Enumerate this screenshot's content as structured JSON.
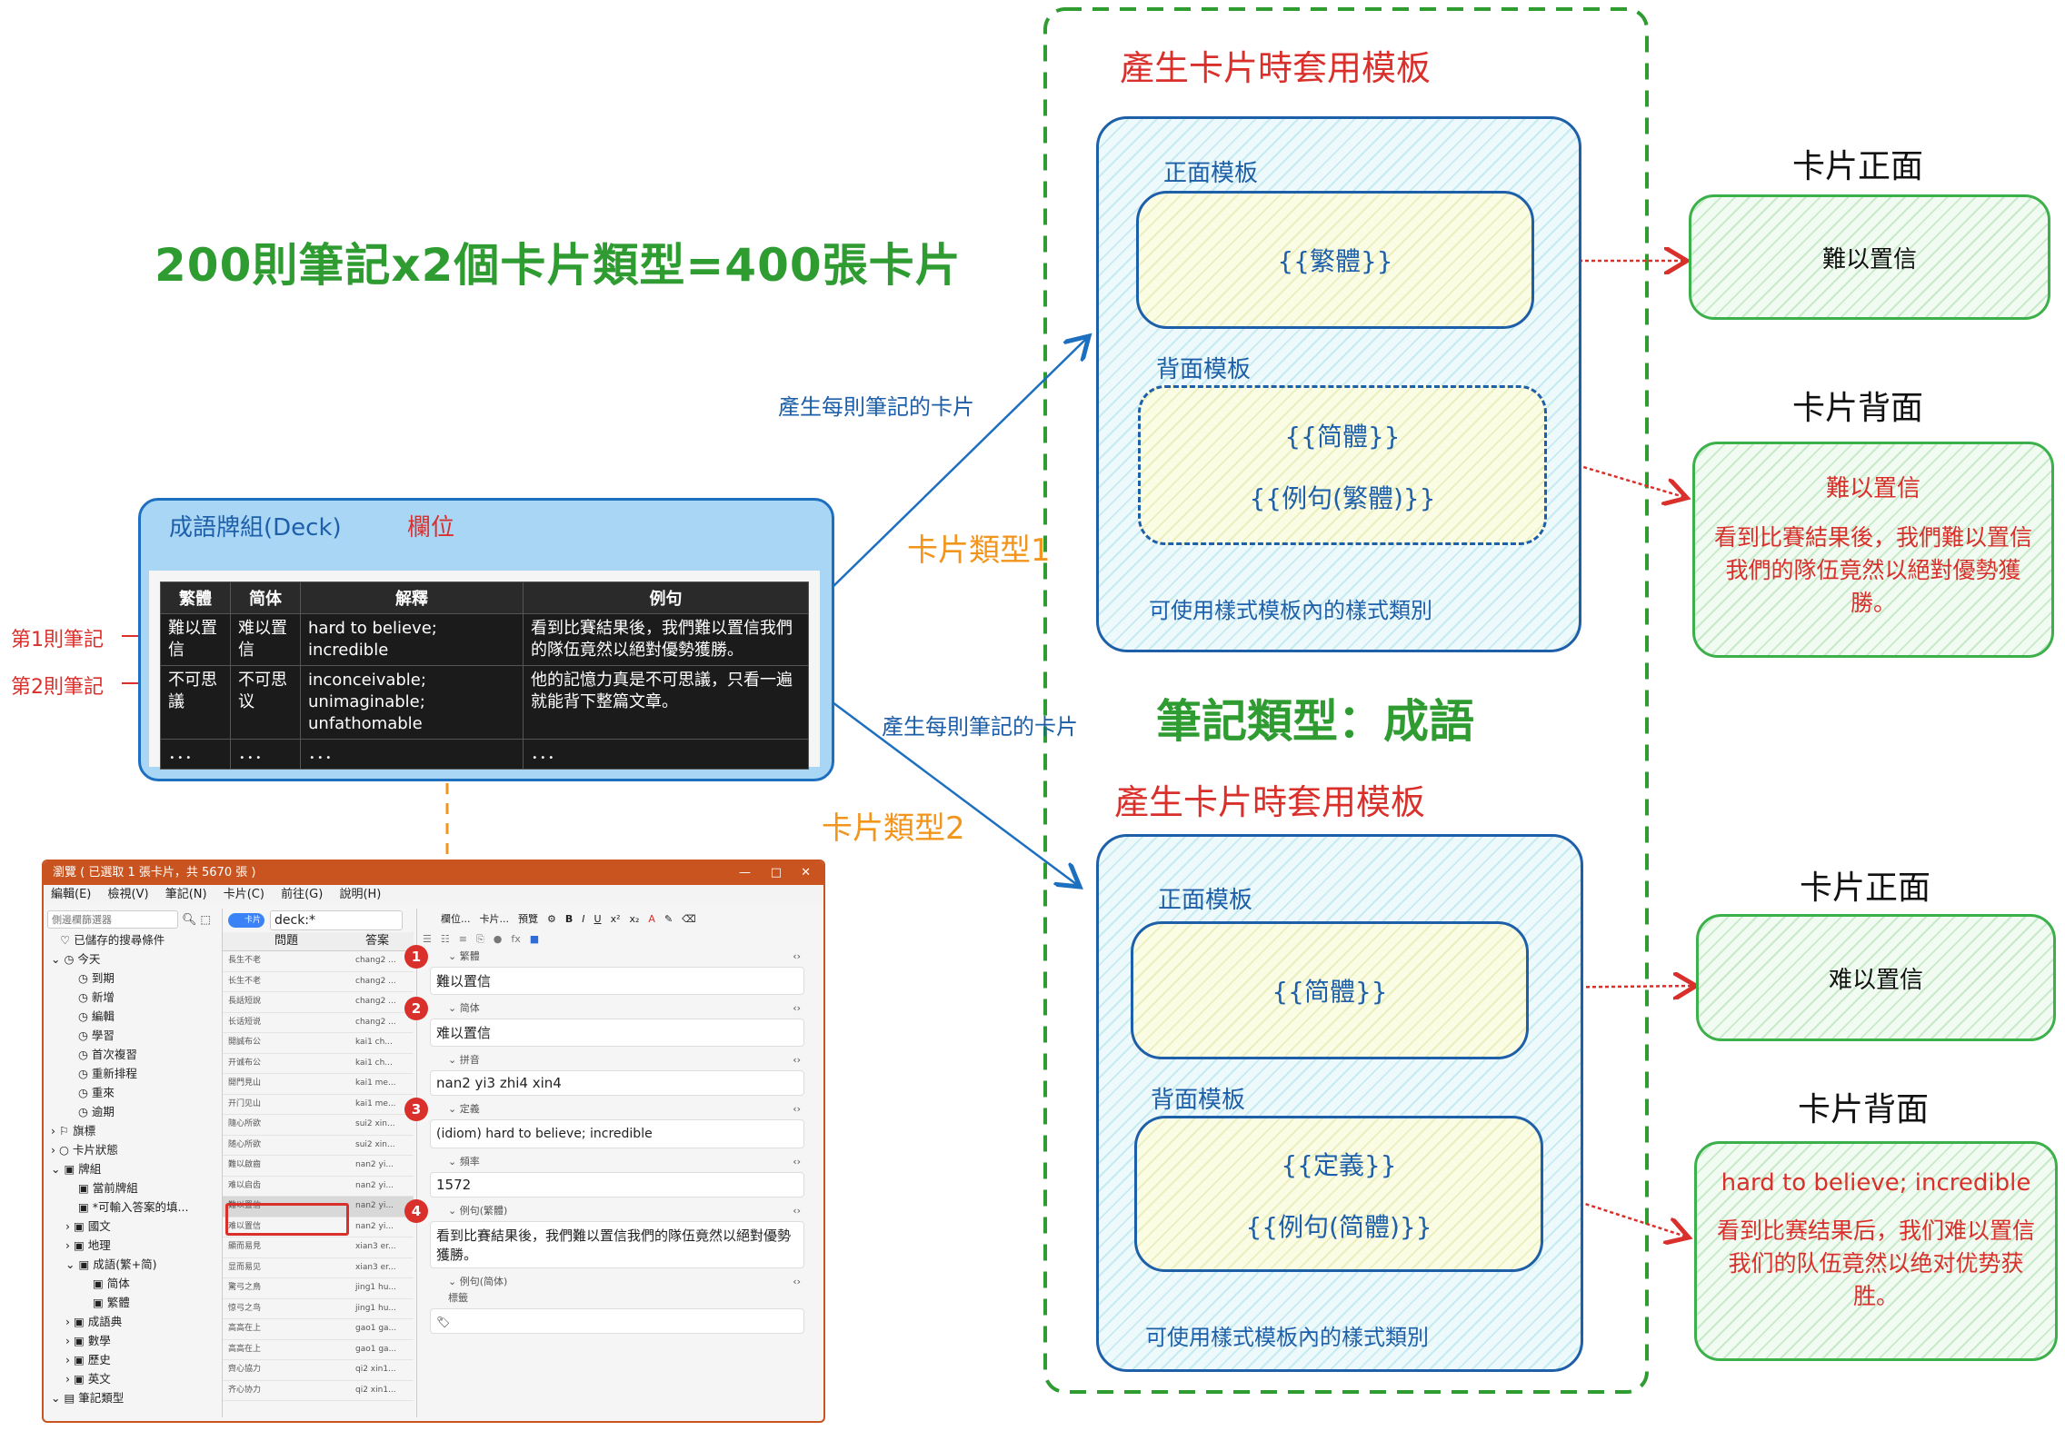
{
  "headline": "200則筆記x2個卡片類型=400張卡片",
  "note_type_label": "筆記類型：成語",
  "deck": {
    "title": "成語牌組(Deck)",
    "fields_label": "欄位",
    "columns": [
      "繁體",
      "简体",
      "解釋",
      "例句"
    ],
    "rows": [
      [
        "難以置信",
        "难以置信",
        "hard to believe; incredible",
        "看到比賽結果後，我們難以置信我們的隊伍竟然以絕對優勢獲勝。"
      ],
      [
        "不可思議",
        "不可思议",
        "inconceivable; unimaginable; unfathomable",
        "他的記憶力真是不可思議，只看一遍就能背下整篇文章。"
      ],
      [
        "．．．",
        "．．．",
        "．．．",
        "．．．"
      ]
    ],
    "note_labels": [
      "第1則筆記",
      "第2則筆記"
    ]
  },
  "arrows": {
    "gen_label_1": "產生每則筆記的卡片",
    "gen_label_2": "產生每則筆記的卡片",
    "card_type_1": "卡片類型1",
    "card_type_2": "卡片類型2"
  },
  "card_types": [
    {
      "template_title": "產生卡片時套用模板",
      "front_label": "正面模板",
      "front_field": "{{繁體}}",
      "back_label": "背面模板",
      "back_fields": [
        "{{简體}}",
        "{{例句(繁體)}}"
      ],
      "style_note": "可使用樣式模板內的樣式類別",
      "front_card_title": "卡片正面",
      "front_card_text": "難以置信",
      "back_card_title": "卡片背面",
      "back_card_lines": [
        "難以置信",
        "看到比賽結果後，我們難以置信我們的隊伍竟然以絕對優勢獲勝。"
      ]
    },
    {
      "template_title": "產生卡片時套用模板",
      "front_label": "正面模板",
      "front_field": "{{简體}}",
      "back_label": "背面模板",
      "back_fields": [
        "{{定義}}",
        "{{例句(简體)}}"
      ],
      "style_note": "可使用樣式模板內的樣式類別",
      "front_card_title": "卡片正面",
      "front_card_text": "难以置信",
      "back_card_title": "卡片背面",
      "back_card_lines": [
        "hard to believe; incredible",
        "看到比赛结果后，我们难以置信我们的队伍竟然以绝对优势获胜。"
      ]
    }
  ],
  "browser": {
    "title": "瀏覽 ( 已選取 1 張卡片，共 5670 張 )",
    "menu": [
      "編輯(E)",
      "檢視(V)",
      "筆記(N)",
      "卡片(C)",
      "前往(G)",
      "說明(H)"
    ],
    "sidebar_search_placeholder": "側邊欄篩選器",
    "sidebar": [
      "已儲存的搜尋條件",
      "今天",
      "到期",
      "新增",
      "編輯",
      "學習",
      "首次複習",
      "重新排程",
      "重來",
      "逾期",
      "旗標",
      "卡片狀態",
      "牌組",
      "當前牌組",
      "*可輸入答案的填...",
      "國文",
      "地理",
      "成語(繁+简)",
      "简体",
      "繁體",
      "成語典",
      "數學",
      "歷史",
      "英文",
      "筆記類型"
    ],
    "toggle_label": "卡片",
    "search_value": "deck:*",
    "list_headers": [
      "問題",
      "答案"
    ],
    "list_rows": [
      [
        "長生不老",
        "chang2 ..."
      ],
      [
        "长生不老",
        "chang2 ..."
      ],
      [
        "長話短說",
        "chang2 ..."
      ],
      [
        "长话短说",
        "chang2 ..."
      ],
      [
        "開誠布公",
        "kai1 ch..."
      ],
      [
        "开诚布公",
        "kai1 ch..."
      ],
      [
        "開門見山",
        "kai1 me..."
      ],
      [
        "开门见山",
        "kai1 me..."
      ],
      [
        "隨心所欲",
        "sui2 xin..."
      ],
      [
        "随心所欲",
        "sui2 xin..."
      ],
      [
        "難以啟齒",
        "nan2 yi..."
      ],
      [
        "难以启齿",
        "nan2 yi..."
      ],
      [
        "難以置信",
        "nan2 yi..."
      ],
      [
        "难以置信",
        "nan2 yi..."
      ],
      [
        "顯而易見",
        "xian3 er..."
      ],
      [
        "显而易见",
        "xian3 er..."
      ],
      [
        "驚弓之鳥",
        "jing1 hu..."
      ],
      [
        "惊弓之鸟",
        "jing1 hu..."
      ],
      [
        "高高在上",
        "gao1 ga..."
      ],
      [
        "高高在上",
        "gao1 ga..."
      ],
      [
        "齊心協力",
        "qi2 xin1..."
      ],
      [
        "齐心协力",
        "qi2 xin1..."
      ]
    ],
    "editor_tabs": [
      "欄位...",
      "卡片...",
      "預覽"
    ],
    "fields": [
      {
        "label": "繁體",
        "value": "難以置信",
        "badge": "1"
      },
      {
        "label": "简体",
        "value": "难以置信",
        "badge": "2"
      },
      {
        "label": "拼音",
        "value": "nan2 yi3 zhi4 xin4",
        "badge": ""
      },
      {
        "label": "定義",
        "value": "(idiom) hard to believe; incredible",
        "badge": "3"
      },
      {
        "label": "頻率",
        "value": "1572",
        "badge": ""
      },
      {
        "label": "例句(繁體)",
        "value": "看到比賽結果後，我們難以置信我們的隊伍竟然以絕對優勢獲勝。",
        "badge": "4"
      },
      {
        "label": "例句(简体)",
        "value": "",
        "badge": ""
      }
    ],
    "tags_label": "標籤"
  }
}
